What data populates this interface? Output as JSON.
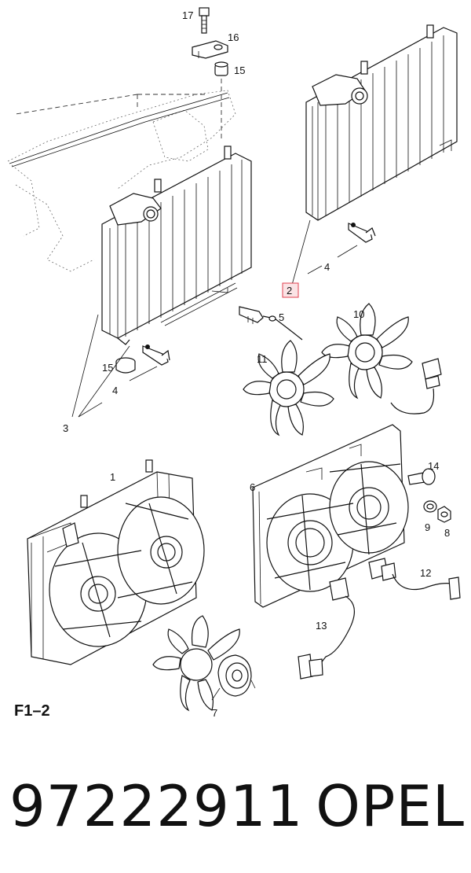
{
  "diagram": {
    "section_label": "F1–2",
    "highlight_color": "#e04050",
    "callouts": [
      "17",
      "16",
      "15",
      "15",
      "4",
      "4",
      "3",
      "2",
      "5",
      "10",
      "11",
      "1",
      "6",
      "14",
      "9",
      "8",
      "12",
      "13",
      "7"
    ]
  },
  "footer": {
    "part_number": "97222911",
    "brand": "OPEL"
  }
}
